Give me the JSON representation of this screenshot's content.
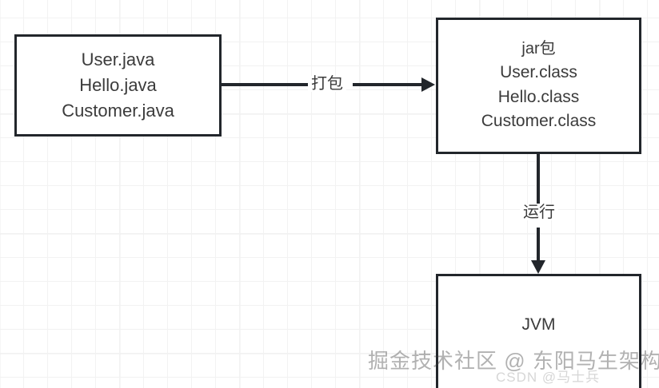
{
  "diagram": {
    "nodes": [
      {
        "id": "sources",
        "title": "Java source files",
        "lines": [
          "User.java",
          "Hello.java",
          "Customer.java"
        ]
      },
      {
        "id": "jar",
        "title": "jar package",
        "lines": [
          "jar包",
          "User.class",
          "Hello.class",
          "Customer.class"
        ]
      },
      {
        "id": "jvm",
        "title": "JVM",
        "lines": [
          "JVM"
        ]
      }
    ],
    "edges": [
      {
        "id": "package",
        "label": "打包",
        "from": "sources",
        "to": "jar",
        "direction": "right"
      },
      {
        "id": "run",
        "label": "运行",
        "from": "jar",
        "to": "jvm",
        "direction": "down"
      }
    ],
    "watermarks": {
      "main": "掘金技术社区 @ 东阳马生架构",
      "sub": "CSDN @马士兵"
    },
    "colors": {
      "stroke": "#22262b",
      "text": "#3b3b3b",
      "background": "#ffffff",
      "grid_minor": "#f2f2f2",
      "grid_major": "#ececec"
    }
  }
}
